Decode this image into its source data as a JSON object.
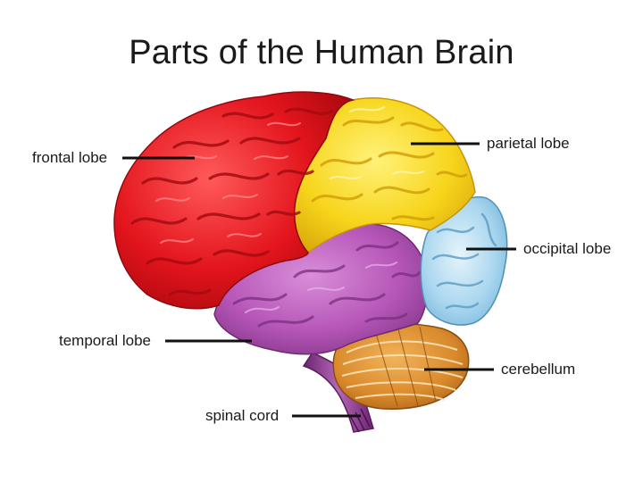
{
  "title": "Parts of the Human Brain",
  "labels": {
    "frontal": "frontal lobe",
    "parietal": "parietal lobe",
    "occipital": "occipital lobe",
    "temporal": "temporal lobe",
    "cerebellum": "cerebellum",
    "spinal": "spinal cord"
  },
  "colors": {
    "frontal": "#e3141c",
    "parietal": "#f7d51c",
    "occipital": "#a9d6ef",
    "temporal": "#b656b8",
    "cerebellum": "#d9892b",
    "spinal": "#8a3a8e",
    "leader": "#111111"
  }
}
